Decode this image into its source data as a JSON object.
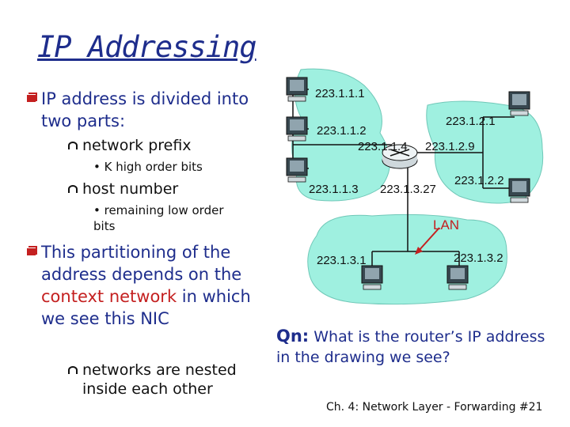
{
  "title": "IP Addressing",
  "left": {
    "bullet1": "IP address is divided into two parts:",
    "sub1": "network prefix",
    "subsub1": "• K high order bits",
    "sub2": "host number",
    "subsub2": "• remaining low order bits",
    "bullet2_pre": "This partitioning of the address depends on the",
    "bullet2_red": "context network",
    "bullet2_post": "in which we see this NIC",
    "sub3": "networks are nested inside each other"
  },
  "diagram": {
    "ip_1_1_1": "223.1.1.1",
    "ip_1_1_2": "223.1.1.2",
    "ip_1_1_3": "223.1.1.3",
    "ip_1_1_4": "223.1.1.4",
    "ip_1_2_1": "223.1.2.1",
    "ip_1_2_9": "223.1.2.9",
    "ip_1_2_2": "223.1.2.2",
    "ip_1_3_27": "223.1.3.27",
    "ip_1_3_1": "223.1.3.1",
    "ip_1_3_2": "223.1.3.2",
    "lan_label": "LAN"
  },
  "question": {
    "prefix": "Qn:",
    "text": "What is the router’s IP address in the drawing we see?"
  },
  "footer": "Ch. 4: Network Layer - Forwarding  #21",
  "colors": {
    "title": "#1e2d8c",
    "bullet_marker": "#c42020",
    "cloud": "#9ff0e0",
    "highlight": "#c42020"
  }
}
